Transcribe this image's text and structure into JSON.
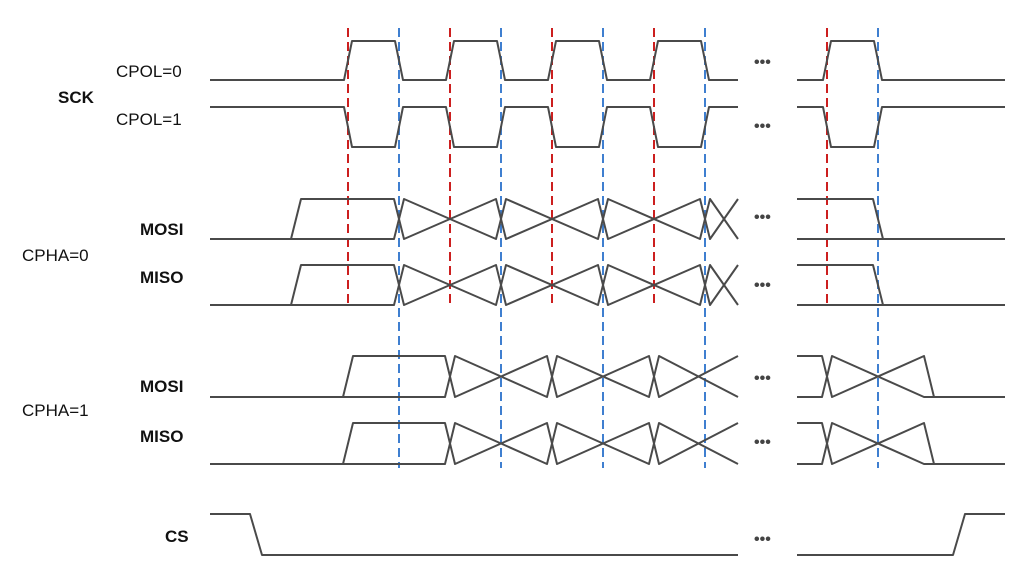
{
  "labels": {
    "sck": "SCK",
    "cpol0": "CPOL=0",
    "cpol1": "CPOL=1",
    "cpha0": "CPHA=0",
    "cpha1": "CPHA=1",
    "mosi": "MOSI",
    "miso": "MISO",
    "cs": "CS"
  },
  "ellipsis": "•••",
  "colors": {
    "wave": "#4a4a4a",
    "leading_edge_marker": "#cc1f1f",
    "trailing_edge_marker": "#3f7fd0"
  }
}
